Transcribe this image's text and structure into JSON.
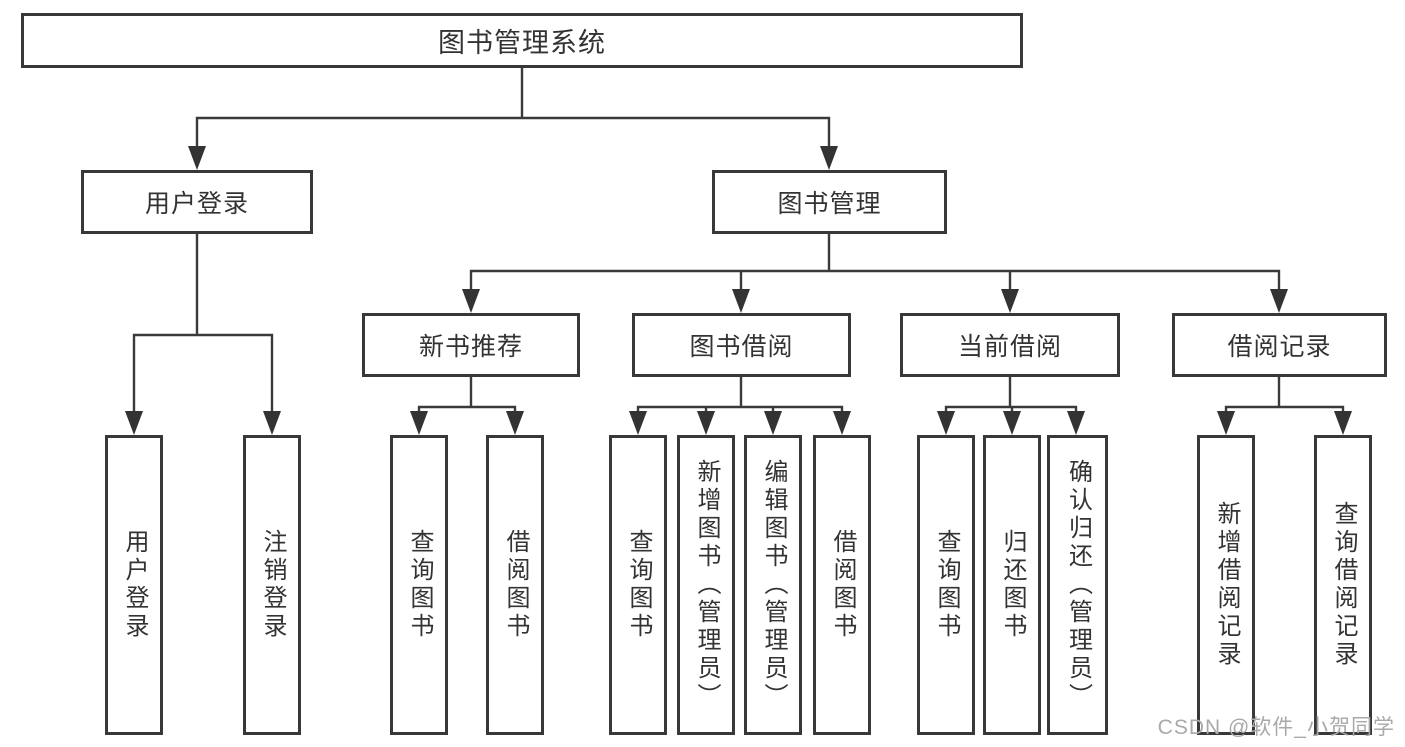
{
  "diagram": {
    "type": "hierarchy-tree",
    "colors": {
      "line": "#3a3a3a",
      "box_border": "#383838",
      "text": "#333333",
      "background": "#ffffff",
      "watermark": "#a9a9a9"
    },
    "nodes": {
      "root": {
        "label": "图书管理系统"
      },
      "level2": [
        {
          "label": "用户登录"
        },
        {
          "label": "图书管理"
        }
      ],
      "level3": [
        {
          "label": "新书推荐",
          "parent": "图书管理"
        },
        {
          "label": "图书借阅",
          "parent": "图书管理"
        },
        {
          "label": "当前借阅",
          "parent": "图书管理"
        },
        {
          "label": "借阅记录",
          "parent": "图书管理"
        }
      ],
      "leaves": [
        {
          "label": "用户登录",
          "parent": "用户登录"
        },
        {
          "label": "注销登录",
          "parent": "用户登录"
        },
        {
          "label": "查询图书",
          "parent": "新书推荐"
        },
        {
          "label": "借阅图书",
          "parent": "新书推荐"
        },
        {
          "label": "查询图书",
          "parent": "图书借阅"
        },
        {
          "label": "新增图书（管理员）",
          "parent": "图书借阅"
        },
        {
          "label": "编辑图书（管理员）",
          "parent": "图书借阅"
        },
        {
          "label": "借阅图书",
          "parent": "图书借阅"
        },
        {
          "label": "查询图书",
          "parent": "当前借阅"
        },
        {
          "label": "归还图书",
          "parent": "当前借阅"
        },
        {
          "label": "确认归还（管理员）",
          "parent": "当前借阅"
        },
        {
          "label": "新增借阅记录",
          "parent": "借阅记录"
        },
        {
          "label": "查询借阅记录",
          "parent": "借阅记录"
        }
      ]
    },
    "watermark": {
      "text": "CSDN @软件_小贺同学"
    }
  }
}
